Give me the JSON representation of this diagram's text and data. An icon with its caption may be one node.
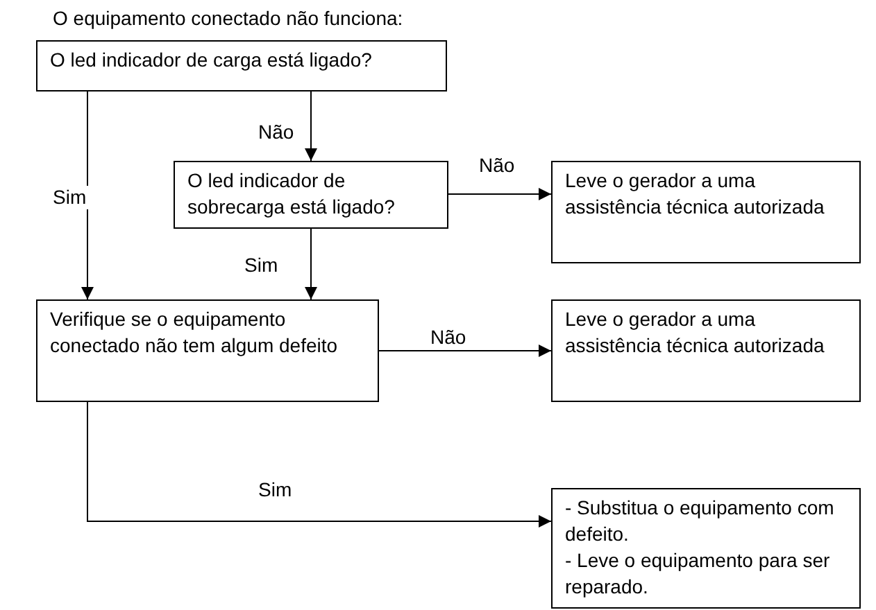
{
  "diagram": {
    "title": "O equipamento conectado não funciona:",
    "nodes": [
      {
        "text": [
          "O led indicador de carga está ligado?"
        ]
      },
      {
        "text": [
          "O led indicador de sobrecarga está ligado?"
        ]
      },
      {
        "text": [
          "Leve o gerador a uma assistência técnica autorizada"
        ]
      },
      {
        "text": [
          "Verifique se o equipamento conectado não tem algum defeito"
        ]
      },
      {
        "text": [
          "Leve o gerador a uma assistência técnica autorizada"
        ]
      },
      {
        "text": [
          "- Substitua o equipamento com defeito.",
          "- Leve o equipamento para ser reparado."
        ]
      }
    ],
    "edges": [
      {
        "from": 0,
        "to": 1,
        "arrow": "to",
        "label": "Não"
      },
      {
        "from": 0,
        "to": 3,
        "arrow": "to",
        "label": "Sim"
      },
      {
        "from": 1,
        "to": 2,
        "arrow": "to",
        "label": "Não"
      },
      {
        "from": 1,
        "to": 3,
        "arrow": "to",
        "label": "Sim"
      },
      {
        "from": 3,
        "to": 4,
        "arrow": "to",
        "label": "Não"
      },
      {
        "from": 3,
        "to": 5,
        "arrow": "to",
        "label": "Sim"
      }
    ]
  }
}
